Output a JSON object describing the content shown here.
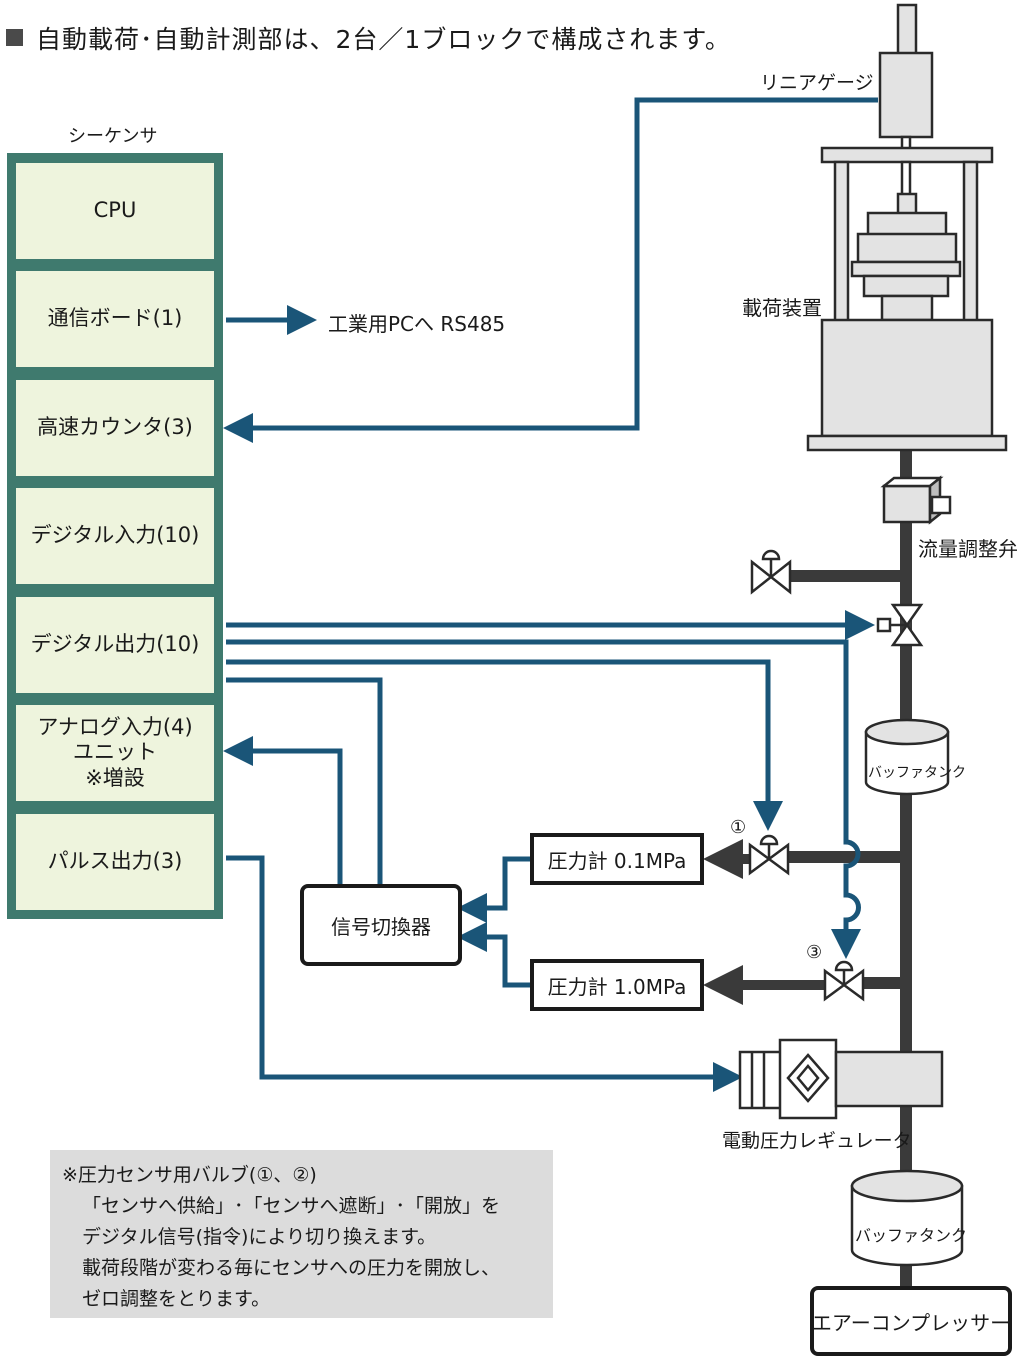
{
  "header": {
    "text": "自動載荷･自動計測部は、2台／1ブロックで構成されます。"
  },
  "sequencer": {
    "title": "シーケンサ",
    "cells": [
      "CPU",
      "通信ボード(1)",
      "高速カウンタ(3)",
      "デジタル入力(10)",
      "デジタル出力(10)",
      "アナログ入力(4)\nユニット\n※増設",
      "パルス出力(3)"
    ]
  },
  "labels": {
    "pc_link": "工業用PCへ RS485",
    "linear_gauge": "リニアゲージ",
    "loading_device": "載荷装置",
    "flow_valve": "流量調整弁",
    "buffer_tank": "バッファタンク",
    "signal_switch": "信号切換器",
    "pressure_gauge_low": "圧力計 0.1MPa",
    "pressure_gauge_high": "圧力計 1.0MPa",
    "valve_1": "①",
    "valve_3": "③",
    "regulator": "電動圧力レギュレータ",
    "compressor": "エアーコンプレッサー"
  },
  "note": {
    "lines": [
      "※圧力センサ用バルブ(①、②)",
      "「センサへ供給」･「センサへ遮断」･「開放」を",
      "デジタル信号(指令)により切り換えます。",
      "載荷段階が変わる毎にセンサへの圧力を開放し、",
      "ゼロ調整をとります。"
    ]
  },
  "colors": {
    "signal_line": "#1a5578",
    "pipe": "#3a3a3a",
    "sequencer_frame": "#3f7a6e",
    "sequencer_cell": "#eef4dd",
    "note_bg": "#dcdcdc",
    "device_fill": "#e3e3e3"
  }
}
